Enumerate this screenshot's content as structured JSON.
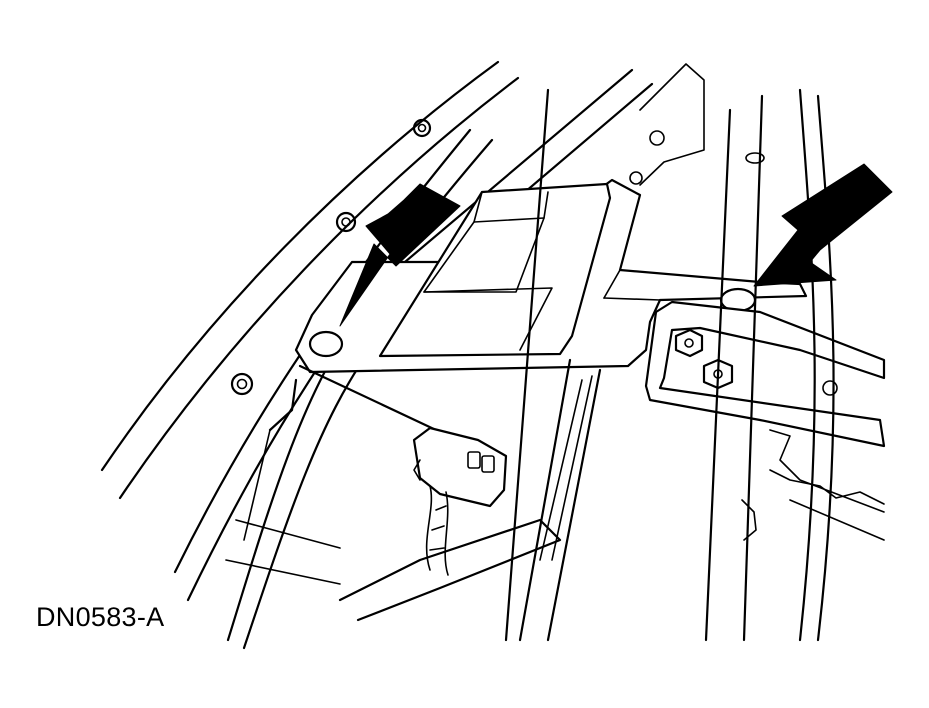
{
  "figure": {
    "label": "DN0583-A"
  },
  "arrows": [
    {
      "id": "left",
      "points_to": "left-pin"
    },
    {
      "id": "right",
      "points_to": "right-pin"
    }
  ],
  "colors": {
    "ink": "#000000",
    "paper": "#ffffff"
  }
}
